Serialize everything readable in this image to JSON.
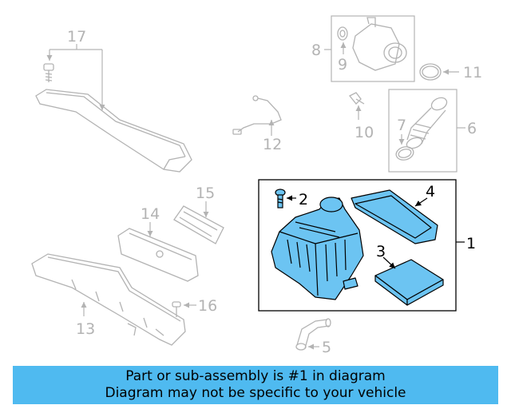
{
  "colors": {
    "highlight": "#4fbaf0",
    "part_fill": "#6cc4f2",
    "dim": "#b3b3b3"
  },
  "callouts": {
    "c1": "1",
    "c2": "2",
    "c3": "3",
    "c4": "4",
    "c5": "5",
    "c6": "6",
    "c7": "7",
    "c8": "8",
    "c9": "9",
    "c10": "10",
    "c11": "11",
    "c12": "12",
    "c13": "13",
    "c14": "14",
    "c15": "15",
    "c16": "16",
    "c17": "17"
  },
  "banner": {
    "line1": "Part or sub-assembly is #1 in diagram",
    "line2": "Diagram may not be specific to your vehicle"
  }
}
